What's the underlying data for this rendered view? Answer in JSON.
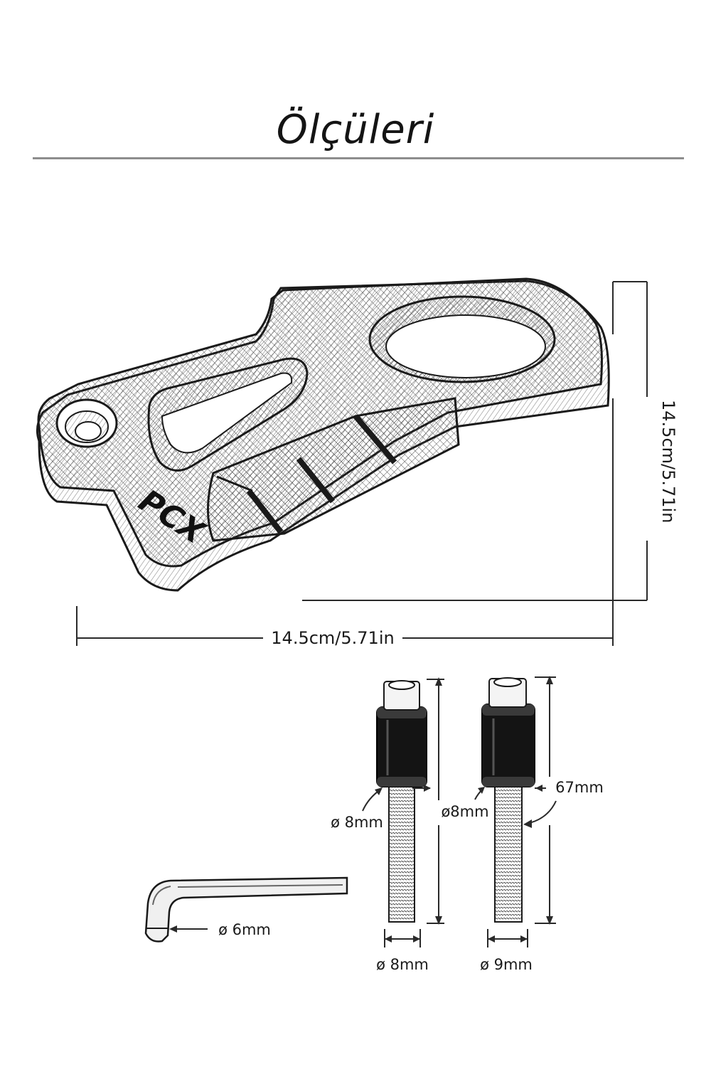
{
  "title": "Ölçüleri",
  "part": {
    "logo_text": "PCX"
  },
  "dimensions": {
    "width": "14.5cm/5.71in",
    "height": "14.5cm/5.71in",
    "sleeve_diameter": "ø 8mm",
    "bolt_length_left": "ø8mm",
    "bolt_length_right": "67mm",
    "allen_key_diameter": "ø 6mm",
    "thread_diameter_left": "ø 8mm",
    "thread_diameter_right": "ø 9mm"
  },
  "colors": {
    "ink": "#1a1a1a",
    "dimension_line": "#2a2a2a",
    "title_rule": "#8d8d8d",
    "sleeve": "#141414"
  }
}
